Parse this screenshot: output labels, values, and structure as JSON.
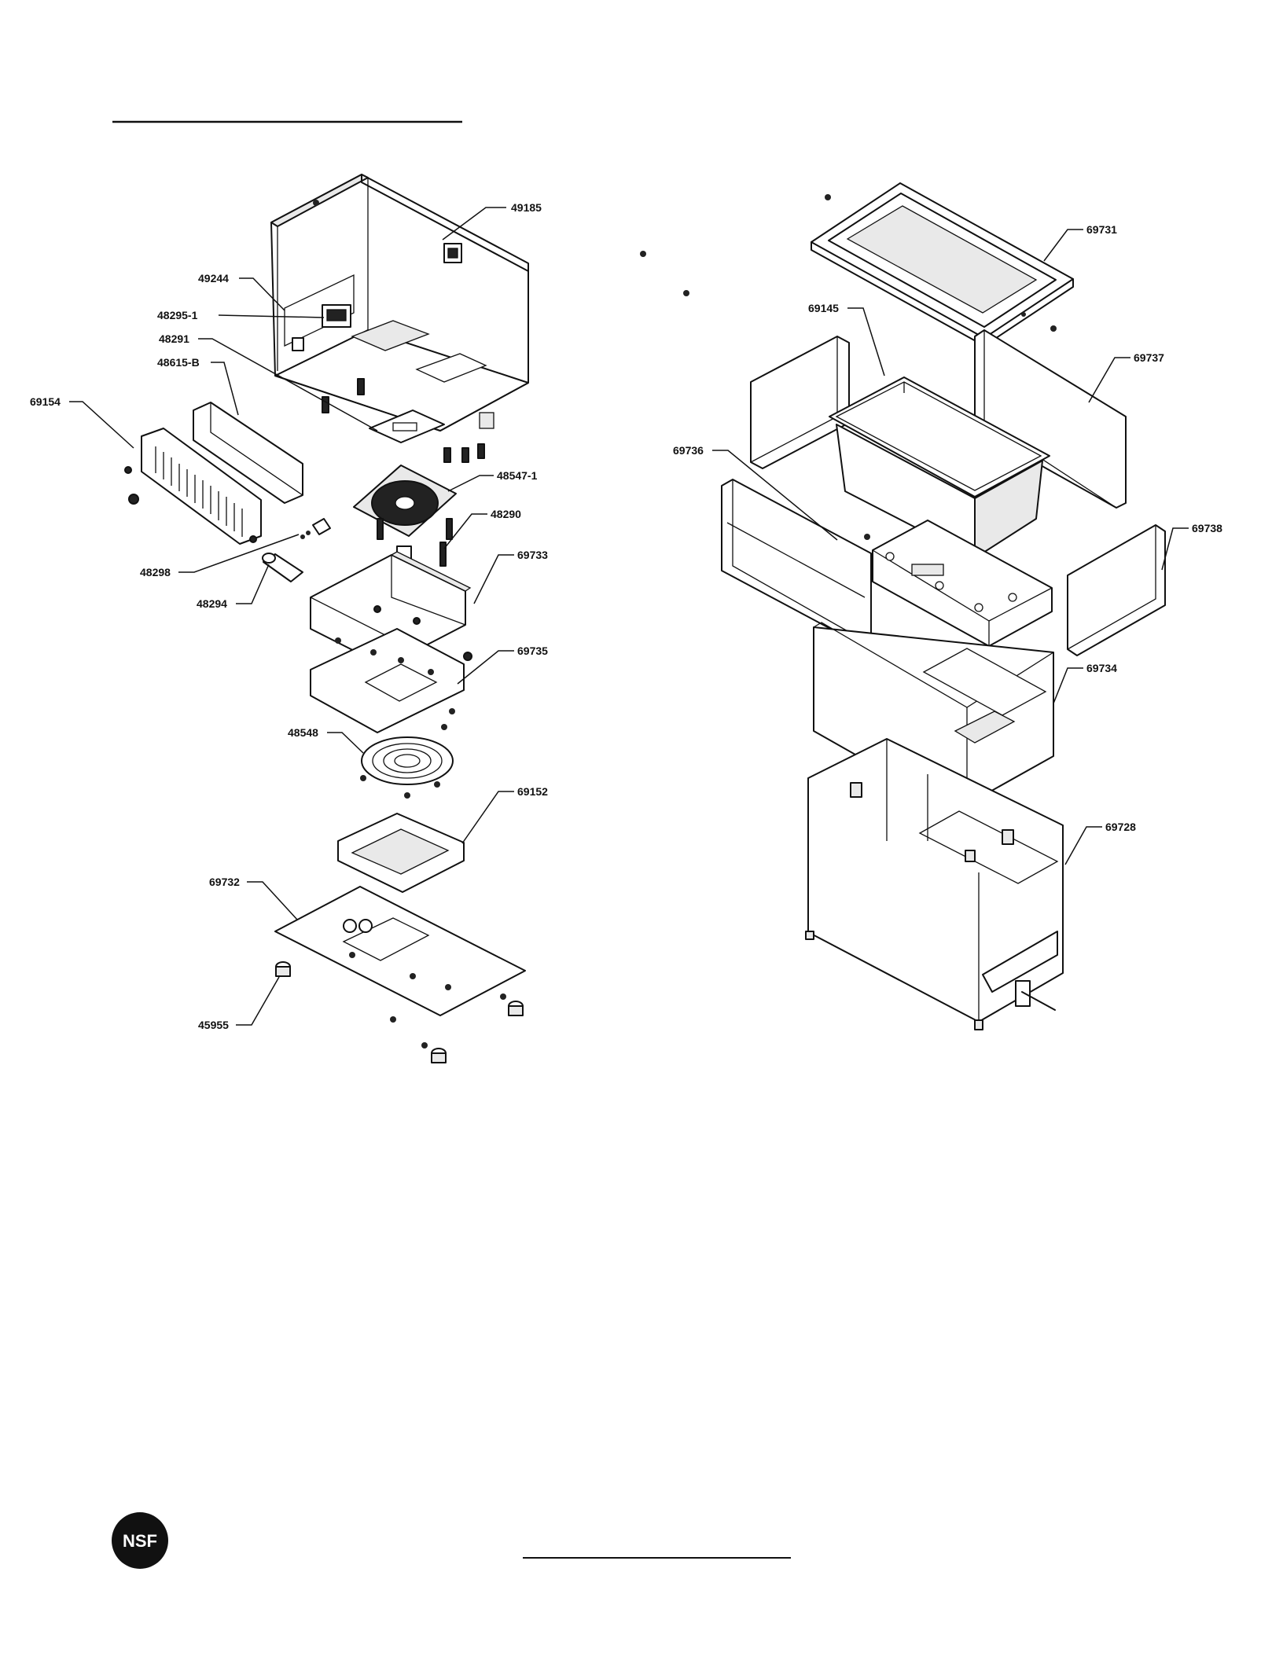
{
  "left_view": {
    "labels": [
      {
        "id": "49185",
        "text": "49185"
      },
      {
        "id": "49244",
        "text": "49244"
      },
      {
        "id": "48295-1",
        "text": "48295-1"
      },
      {
        "id": "48291",
        "text": "48291"
      },
      {
        "id": "48615-B",
        "text": "48615-B"
      },
      {
        "id": "69154",
        "text": "69154"
      },
      {
        "id": "48547-1",
        "text": "48547-1"
      },
      {
        "id": "48290",
        "text": "48290"
      },
      {
        "id": "48298",
        "text": "48298"
      },
      {
        "id": "48294",
        "text": "48294"
      },
      {
        "id": "69733",
        "text": "69733"
      },
      {
        "id": "69735",
        "text": "69735"
      },
      {
        "id": "48548",
        "text": "48548"
      },
      {
        "id": "69152",
        "text": "69152"
      },
      {
        "id": "69732",
        "text": "69732"
      },
      {
        "id": "45955",
        "text": "45955"
      }
    ]
  },
  "right_view": {
    "labels": [
      {
        "id": "69731",
        "text": "69731"
      },
      {
        "id": "69145",
        "text": "69145"
      },
      {
        "id": "69737",
        "text": "69737"
      },
      {
        "id": "69736",
        "text": "69736"
      },
      {
        "id": "69738",
        "text": "69738"
      },
      {
        "id": "69734",
        "text": "69734"
      },
      {
        "id": "69728",
        "text": "69728"
      }
    ]
  },
  "footer": {
    "logo_text": "NSF"
  }
}
